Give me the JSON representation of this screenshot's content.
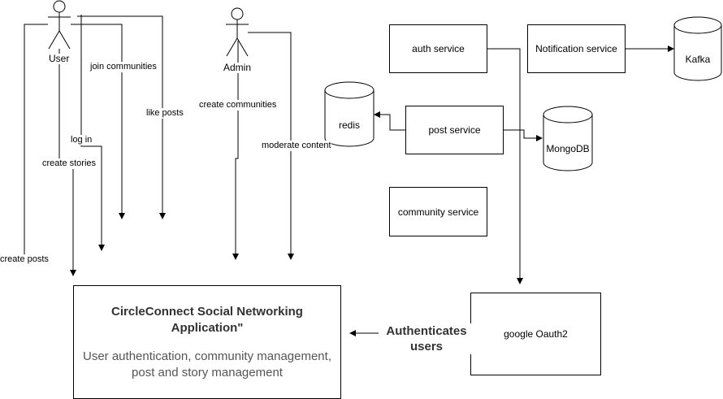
{
  "actors": {
    "user": "User",
    "admin": "Admin"
  },
  "flows": {
    "create_posts": "create posts",
    "create_stories": "create stories",
    "log_in": "log in",
    "join_communities": "join communities",
    "like_posts": "like posts",
    "create_communities": "create communities",
    "moderate_content": "moderate content"
  },
  "services": {
    "auth": "auth service",
    "notification": "Notification service",
    "post": "post service",
    "community": "community service",
    "google": "google Oauth2"
  },
  "datastores": {
    "kafka": "Kafka",
    "redis": "redis",
    "mongodb": "MongoDB"
  },
  "app": {
    "title": "CircleConnect Social Networking Application\"",
    "subtitle": "User authentication, community management, post and story management"
  },
  "edge_labels": {
    "authenticates": "Authenticates users"
  }
}
